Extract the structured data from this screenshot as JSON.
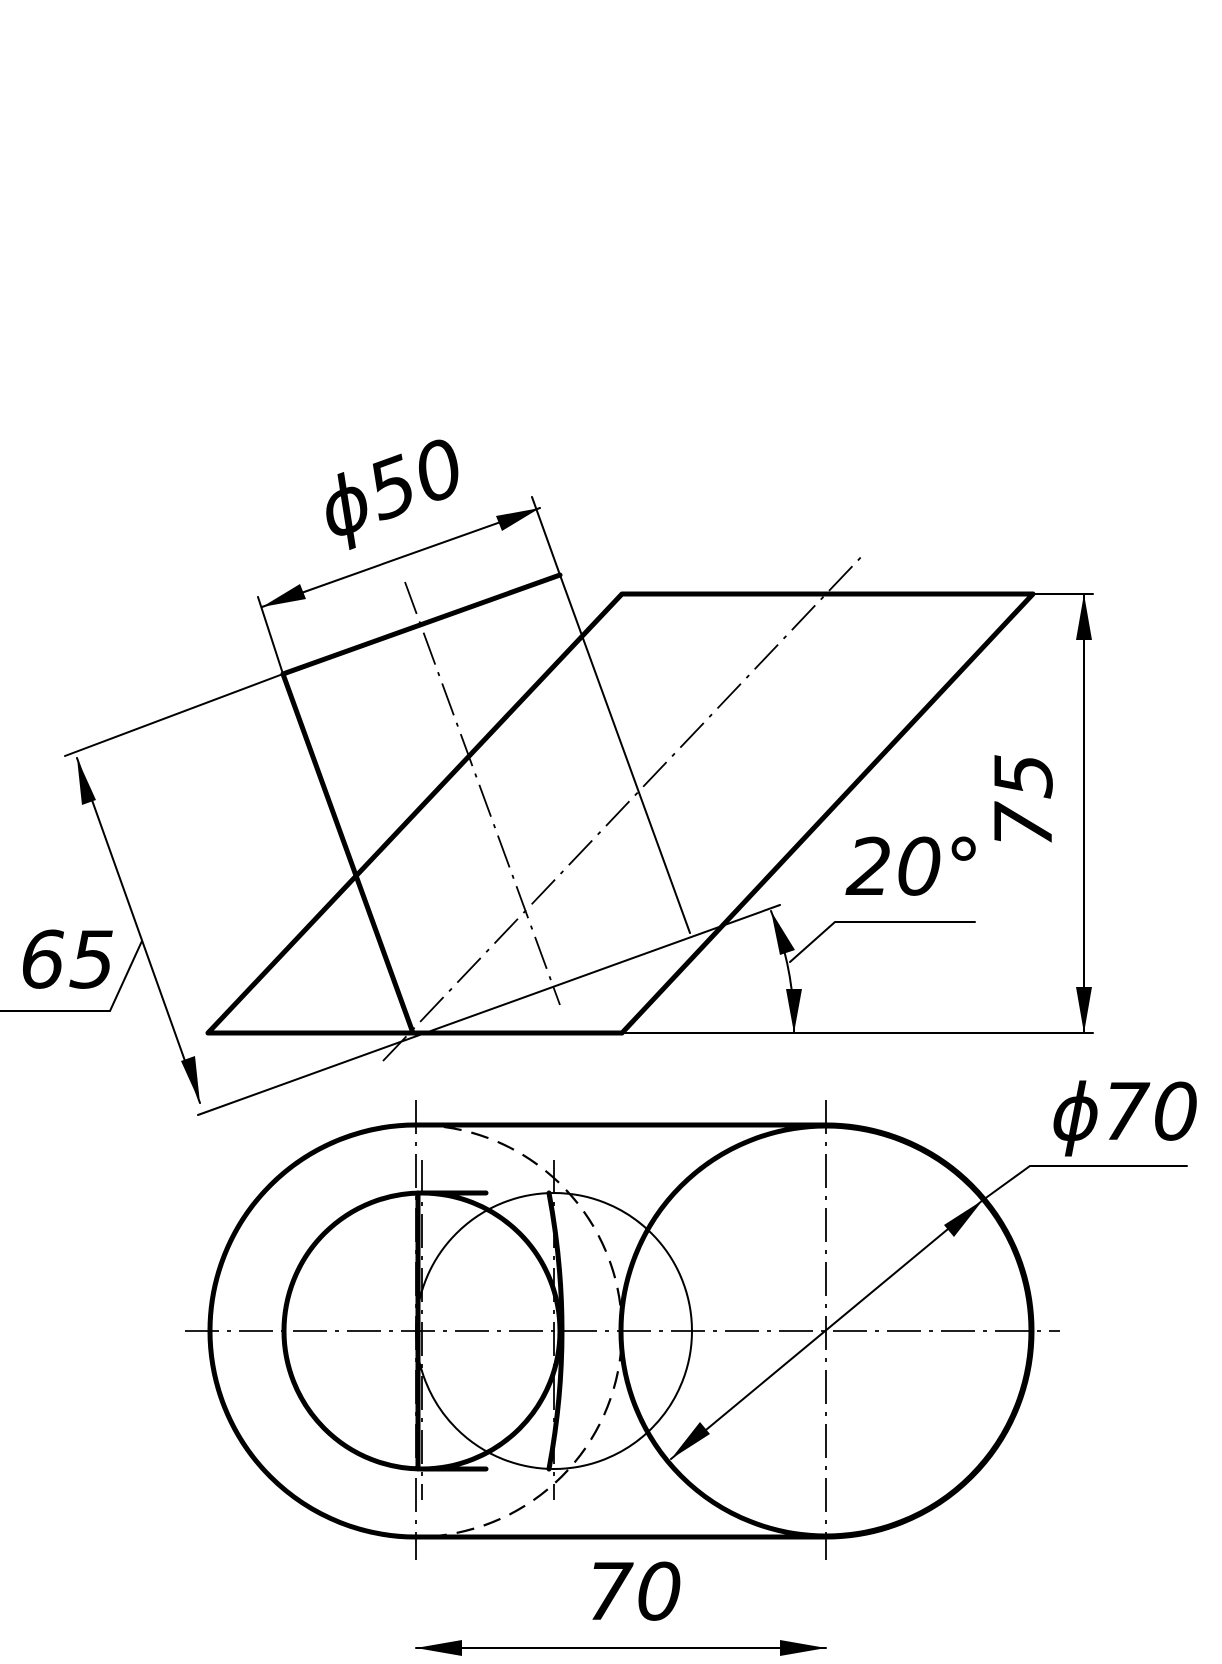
{
  "dimensions": {
    "dia50": "ϕ50",
    "dia70": "ϕ70",
    "len65": "65",
    "height75": "75",
    "angle20": "20°",
    "width70": "70"
  }
}
